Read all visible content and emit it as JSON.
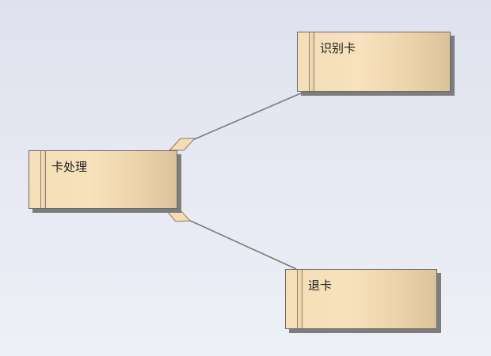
{
  "diagram": {
    "type": "component-tree",
    "nodes": [
      {
        "id": "card-processing",
        "label": "卡处理"
      },
      {
        "id": "identify-card",
        "label": "识别卡"
      },
      {
        "id": "eject-card",
        "label": "退卡"
      }
    ],
    "edges": [
      {
        "from": "card-processing",
        "to": "identify-card",
        "source_marker": "aggregation-diamond"
      },
      {
        "from": "card-processing",
        "to": "eject-card",
        "source_marker": "aggregation-diamond"
      }
    ],
    "colors": {
      "node_fill_light": "#f8e2bd",
      "node_fill_dark": "#dcc298",
      "node_border": "#6b6b6b",
      "node_shadow": "#7d7d7d",
      "edge": "#7a7a7a",
      "background": "#e4e6f0"
    }
  }
}
